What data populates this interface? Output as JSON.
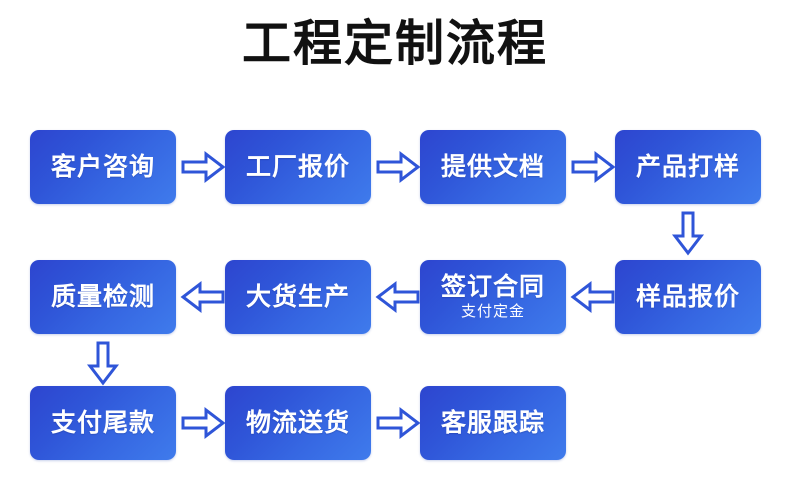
{
  "page": {
    "title": "工程定制流程",
    "background_color": "#ffffff",
    "title_color": "#111111"
  },
  "theme": {
    "box_gradient_start": "#2d45cf",
    "box_gradient_end": "#3f7bec",
    "box_text_color": "#ffffff",
    "arrow_stroke_color": "#2f55d8",
    "arrow_fill_color": "#ffffff"
  },
  "flow": {
    "rows": [
      {
        "row_id": "row-1",
        "direction": "left-to-right",
        "nodes": [
          {
            "id": "node-customer-inquiry",
            "main": "客户咨询",
            "sub": ""
          },
          {
            "id": "node-factory-quote",
            "main": "工厂报价",
            "sub": ""
          },
          {
            "id": "node-provide-documents",
            "main": "提供文档",
            "sub": ""
          },
          {
            "id": "node-product-sampling",
            "main": "产品打样",
            "sub": ""
          }
        ]
      },
      {
        "row_id": "row-2",
        "direction": "right-to-left",
        "nodes": [
          {
            "id": "node-quality-inspection",
            "main": "质量检测",
            "sub": ""
          },
          {
            "id": "node-bulk-production",
            "main": "大货生产",
            "sub": ""
          },
          {
            "id": "node-sign-contract",
            "main": "签订合同",
            "sub": "支付定金"
          },
          {
            "id": "node-sample-quote",
            "main": "样品报价",
            "sub": ""
          }
        ]
      },
      {
        "row_id": "row-3",
        "direction": "left-to-right",
        "nodes": [
          {
            "id": "node-pay-balance",
            "main": "支付尾款",
            "sub": ""
          },
          {
            "id": "node-logistics-delivery",
            "main": "物流送货",
            "sub": ""
          },
          {
            "id": "node-customer-service",
            "main": "客服跟踪",
            "sub": ""
          }
        ]
      }
    ],
    "connectors": [
      {
        "id": "arrow-row1-1",
        "icon": "arrow-right-icon",
        "row": "row-1",
        "between": [
          "客户咨询",
          "工厂报价"
        ]
      },
      {
        "id": "arrow-row1-2",
        "icon": "arrow-right-icon",
        "row": "row-1",
        "between": [
          "工厂报价",
          "提供文档"
        ]
      },
      {
        "id": "arrow-row1-3",
        "icon": "arrow-right-icon",
        "row": "row-1",
        "between": [
          "提供文档",
          "产品打样"
        ]
      },
      {
        "id": "arrow-down-col4",
        "icon": "arrow-down-icon",
        "between": [
          "产品打样",
          "样品报价"
        ]
      },
      {
        "id": "arrow-row2-3",
        "icon": "arrow-left-icon",
        "row": "row-2",
        "between": [
          "样品报价",
          "签订合同"
        ]
      },
      {
        "id": "arrow-row2-2",
        "icon": "arrow-left-icon",
        "row": "row-2",
        "between": [
          "签订合同",
          "大货生产"
        ]
      },
      {
        "id": "arrow-row2-1",
        "icon": "arrow-left-icon",
        "row": "row-2",
        "between": [
          "大货生产",
          "质量检测"
        ]
      },
      {
        "id": "arrow-down-col1",
        "icon": "arrow-down-icon",
        "between": [
          "质量检测",
          "支付尾款"
        ]
      },
      {
        "id": "arrow-row3-1",
        "icon": "arrow-right-icon",
        "row": "row-3",
        "between": [
          "支付尾款",
          "物流送货"
        ]
      },
      {
        "id": "arrow-row3-2",
        "icon": "arrow-right-icon",
        "row": "row-3",
        "between": [
          "物流送货",
          "客服跟踪"
        ]
      }
    ]
  }
}
